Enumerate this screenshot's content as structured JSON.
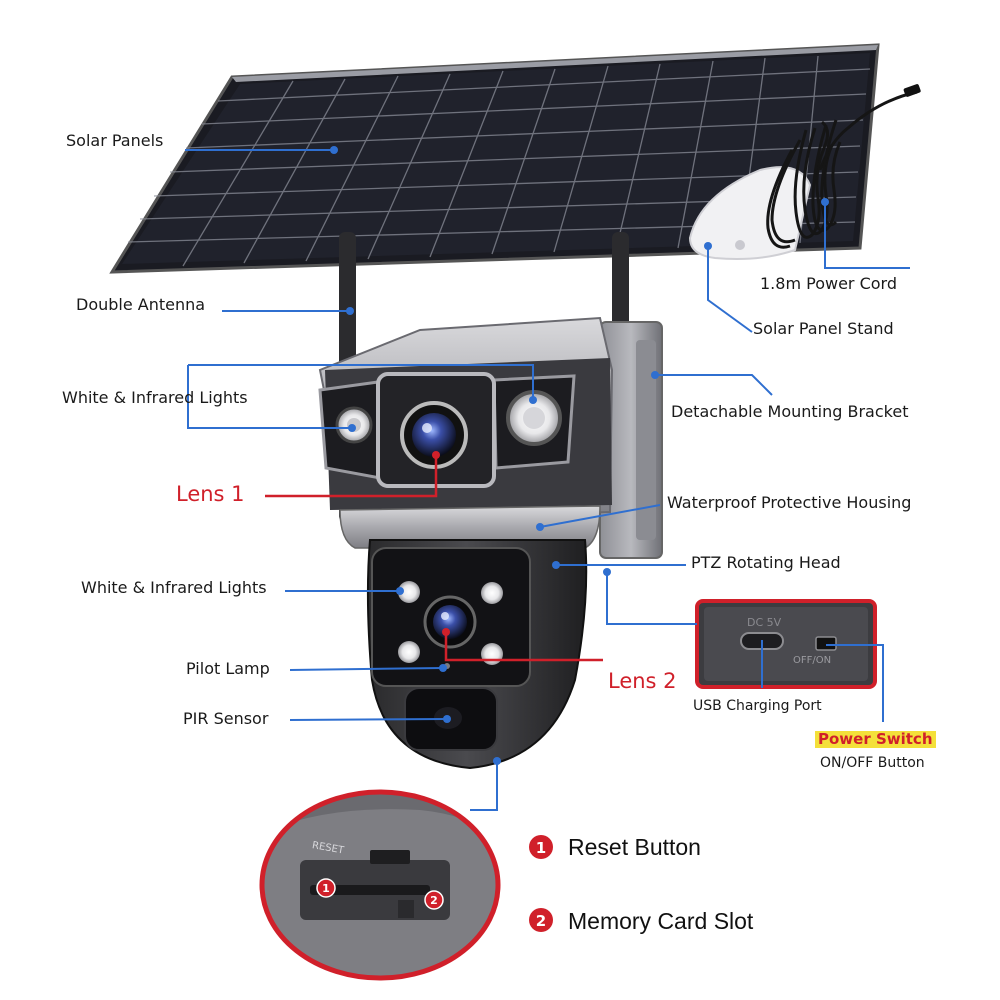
{
  "labels": {
    "solar_panels": "Solar Panels",
    "double_antenna": "Double Antenna",
    "white_ir_lights_top": "White & Infrared Lights",
    "lens_1": "Lens 1",
    "white_ir_lights_bottom": "White & Infrared Lights",
    "pilot_lamp": "Pilot Lamp",
    "pir_sensor": "PIR Sensor",
    "power_cord": "1.8m Power Cord",
    "solar_panel_stand": "Solar Panel Stand",
    "mounting_bracket": "Detachable Mounting Bracket",
    "waterproof_housing": "Waterproof Protective Housing",
    "ptz_head": "PTZ Rotating Head",
    "lens_2": "Lens 2",
    "usb_port": "USB Charging Port",
    "power_switch": "Power Switch",
    "on_off_button": "ON/OFF Button"
  },
  "inset_port": {
    "dc_label": "DC 5V",
    "switch_label": "OFF/ON"
  },
  "inset_slot": {
    "reset_text": "RESET",
    "marker_1": "1",
    "marker_2": "2"
  },
  "legend": [
    {
      "number": "1",
      "text": "Reset Button"
    },
    {
      "number": "2",
      "text": "Memory Card Slot"
    }
  ],
  "colors": {
    "leader_line": "#2f6fd0",
    "highlight_red": "#d0202a",
    "power_switch_bg": "#f4e03a"
  }
}
